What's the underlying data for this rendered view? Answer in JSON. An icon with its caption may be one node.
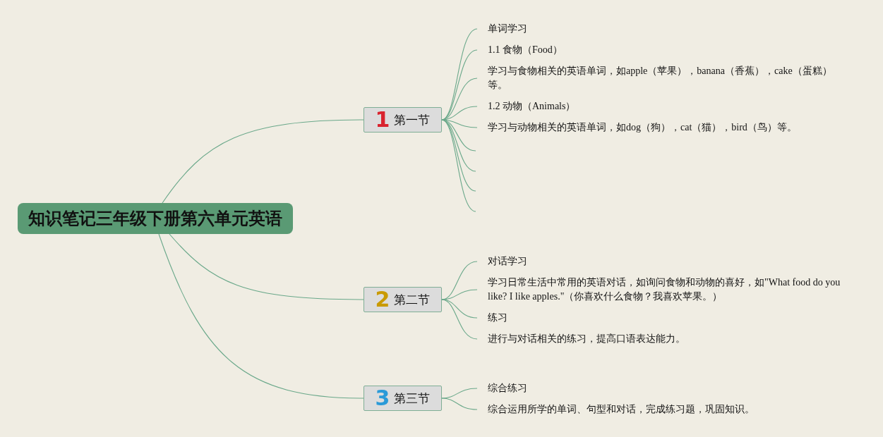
{
  "diagram": {
    "nodes": [
      {
        "text": [
          "知识笔记三年级下册第六单元英语"
        ]
      },
      {
        "text": [
          "1",
          "第一节"
        ]
      },
      {
        "text": [
          "单词学习"
        ]
      },
      {
        "text": [
          "1.1 食物（Food）"
        ]
      },
      {
        "text": [
          "学习与食物相关的英语单词，如apple（苹果），banana（香蕉），cake（蛋糕）等。"
        ]
      },
      {
        "text": [
          "1.2 动物（Animals）"
        ]
      },
      {
        "text": [
          "学习与动物相关的英语单词，如dog（狗），cat（猫），bird（鸟）等。"
        ]
      },
      {
        "text": [
          "2",
          "第二节"
        ]
      },
      {
        "text": [
          "对话学习"
        ]
      },
      {
        "text": [
          "学习日常生活中常用的英语对话，如询问食物和动物的喜好，如\"What food do you like? I like apples.\"（你喜欢什么食物？我喜欢苹果。）"
        ]
      },
      {
        "text": [
          "练习"
        ]
      },
      {
        "text": [
          "进行与对话相关的练习，提高口语表达能力。"
        ]
      },
      {
        "text": [
          "3",
          "第三节"
        ]
      },
      {
        "text": [
          "综合练习"
        ]
      },
      {
        "text": [
          "综合运用所学的单词、句型和对话，完成练习题，巩固知识。"
        ]
      }
    ],
    "edges": [
      {
        "from": 0,
        "to": 1,
        "arrow": "none"
      },
      {
        "from": 0,
        "to": 7,
        "arrow": "none"
      },
      {
        "from": 0,
        "to": 12,
        "arrow": "none"
      },
      {
        "from": 1,
        "to": 2,
        "arrow": "none"
      },
      {
        "from": 1,
        "to": 3,
        "arrow": "none"
      },
      {
        "from": 1,
        "to": 4,
        "arrow": "none"
      },
      {
        "from": 1,
        "to": 5,
        "arrow": "none"
      },
      {
        "from": 1,
        "to": 6,
        "arrow": "none"
      },
      {
        "from": 1,
        "to": null,
        "arrow": "none"
      },
      {
        "from": 1,
        "to": null,
        "arrow": "none"
      },
      {
        "from": 1,
        "to": null,
        "arrow": "none"
      },
      {
        "from": 1,
        "to": null,
        "arrow": "none"
      },
      {
        "from": 7,
        "to": 8,
        "arrow": "none"
      },
      {
        "from": 7,
        "to": 9,
        "arrow": "none"
      },
      {
        "from": 7,
        "to": 10,
        "arrow": "none"
      },
      {
        "from": 7,
        "to": 11,
        "arrow": "none"
      },
      {
        "from": 12,
        "to": 13,
        "arrow": "none"
      },
      {
        "from": 12,
        "to": 14,
        "arrow": "none"
      }
    ]
  }
}
